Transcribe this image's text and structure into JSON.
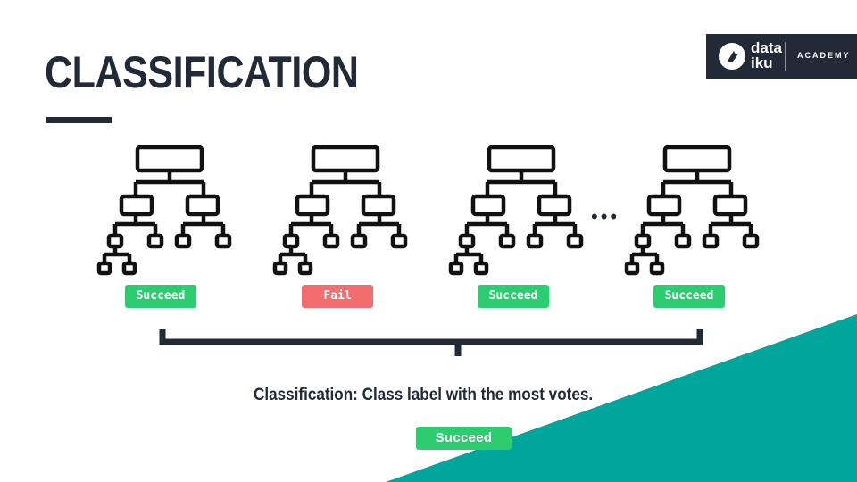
{
  "slide": {
    "title": "CLASSIFICATION",
    "caption": "Classification: Class label with the most votes.",
    "result_label": "Succeed",
    "ellipsis": "•••"
  },
  "logo": {
    "line1": "data",
    "line2": "iku",
    "sub": "ACADEMY"
  },
  "trees": [
    {
      "vote": "Succeed",
      "status": "success"
    },
    {
      "vote": "Fail",
      "status": "fail"
    },
    {
      "vote": "Succeed",
      "status": "success"
    },
    {
      "vote": "Succeed",
      "status": "success"
    }
  ],
  "colors": {
    "dark": "#222a38",
    "teal": "#00a59b",
    "success": "#2ecc71",
    "fail": "#f26d6d"
  },
  "icons": {
    "tree": "decision-tree-icon",
    "logo": "bird-icon"
  }
}
